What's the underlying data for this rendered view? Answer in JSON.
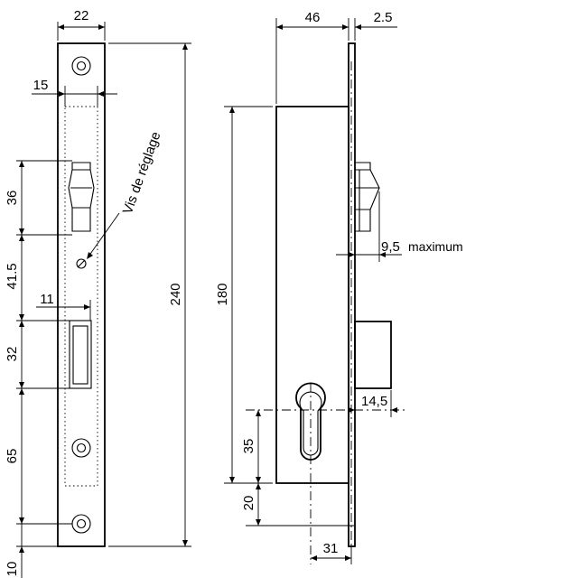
{
  "front_view": {
    "width_top": "22",
    "inner_width": "15",
    "height_total": "240",
    "dim_36": "36",
    "dim_41_5": "41.5",
    "dim_11": "11",
    "dim_32": "32",
    "dim_65": "65",
    "dim_10": "10",
    "adjust_label": "Vis de réglage"
  },
  "side_view": {
    "depth": "46",
    "faceplate_thickness": "2.5",
    "height_body": "180",
    "latch_projection": "9,5",
    "latch_note": "maximum",
    "bolt_offset": "14,5",
    "cyl_spacing": "35",
    "cyl_bottom": "20",
    "backset": "31"
  }
}
